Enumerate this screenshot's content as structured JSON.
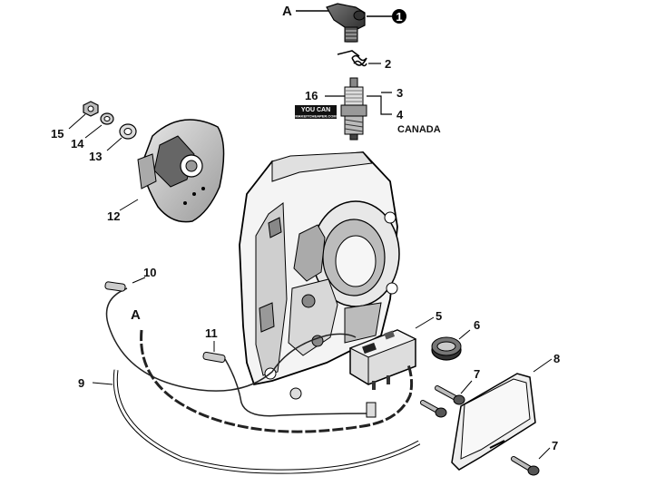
{
  "callouts": {
    "A_top": "A",
    "A_wire": "A",
    "c1": "1",
    "c2": "2",
    "c3": "3",
    "c4": "4",
    "c5": "5",
    "c6": "6",
    "c7a": "7",
    "c7b": "7",
    "c8": "8",
    "c9": "9",
    "c10": "10",
    "c11": "11",
    "c12": "12",
    "c13": "13",
    "c14": "14",
    "c15": "15",
    "c16": "16"
  },
  "region_note": "CANADA",
  "watermark": {
    "line1": "YOU CAN",
    "line2": "MAKEITCHEAPER.COM"
  }
}
